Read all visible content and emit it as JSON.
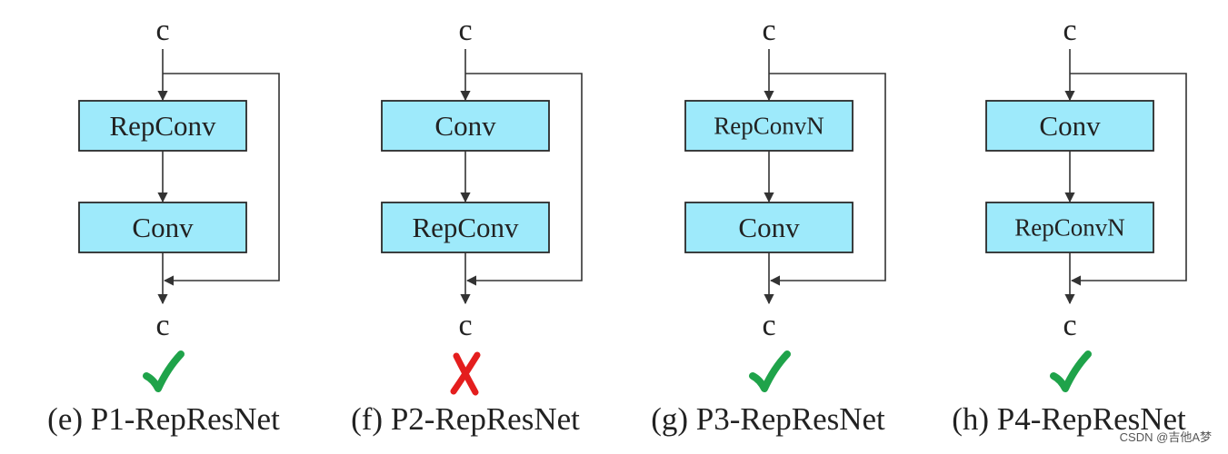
{
  "panels": [
    {
      "input_label": "c",
      "output_label": "c",
      "blocks": [
        "RepConv",
        "Conv"
      ],
      "valid": true,
      "caption": "(e) P1-RepResNet"
    },
    {
      "input_label": "c",
      "output_label": "c",
      "blocks": [
        "Conv",
        "RepConv"
      ],
      "valid": false,
      "caption": "(f) P2-RepResNet"
    },
    {
      "input_label": "c",
      "output_label": "c",
      "blocks": [
        "RepConvN",
        "Conv"
      ],
      "valid": true,
      "caption": "(g) P3-RepResNet"
    },
    {
      "input_label": "c",
      "output_label": "c",
      "blocks": [
        "Conv",
        "RepConvN"
      ],
      "valid": true,
      "caption": "(h) P4-RepResNet"
    }
  ],
  "colors": {
    "block_fill": "#9EEAFB",
    "block_stroke": "#2a2a2a",
    "line": "#333333",
    "check": "#1FA34A",
    "cross": "#E41E1E",
    "text": "#222222"
  },
  "icons": {
    "valid": "check-mark-icon",
    "invalid": "cross-mark-icon"
  },
  "watermark": "CSDN @吉他A梦"
}
